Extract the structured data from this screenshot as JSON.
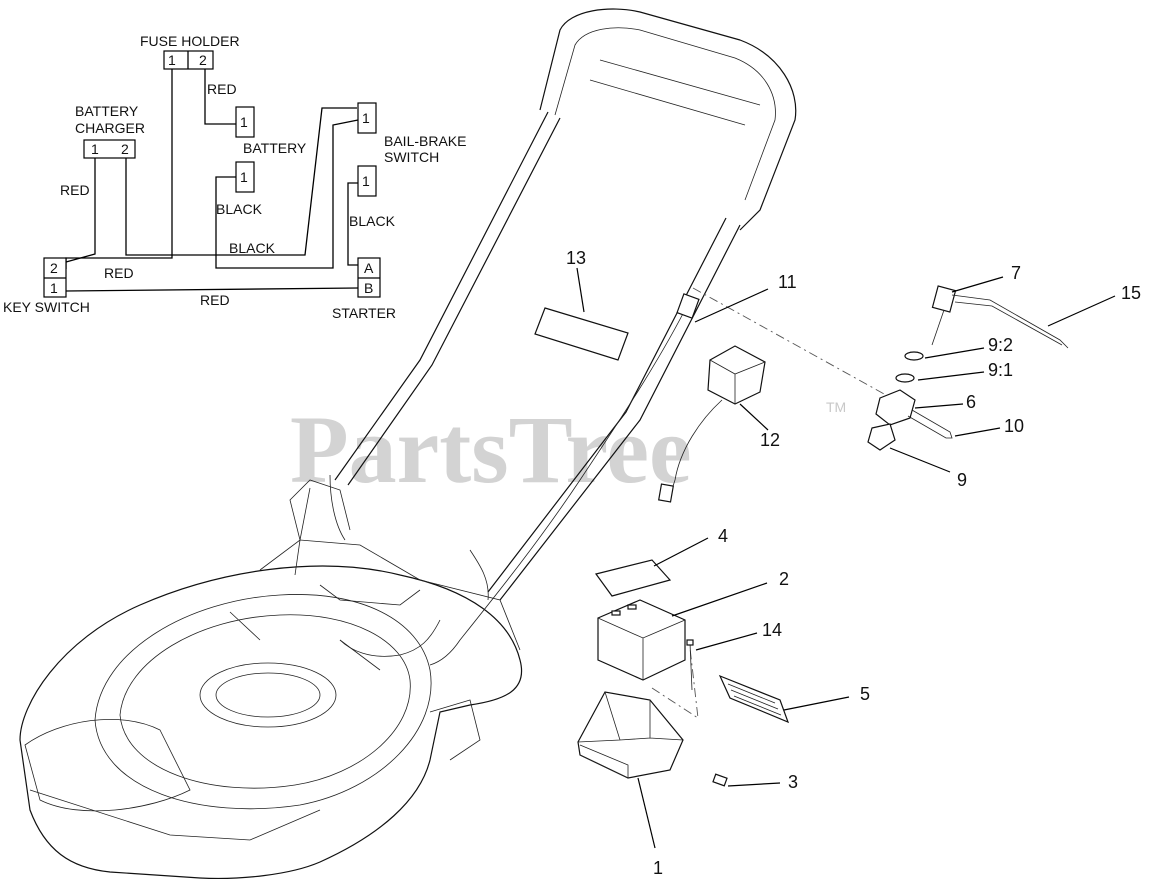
{
  "watermark": {
    "text": "PartsTree",
    "trademark": "TM"
  },
  "wiring": {
    "fuse_holder": {
      "title": "FUSE HOLDER",
      "pin1": "1",
      "pin2": "2"
    },
    "battery_charger": {
      "title_line1": "BATTERY",
      "title_line2": "CHARGER",
      "pin1": "1",
      "pin2": "2"
    },
    "battery": {
      "title": "BATTERY",
      "pin": "1"
    },
    "black_terminal": {
      "pin": "1"
    },
    "bail_brake_switch": {
      "title_line1": "BAIL-BRAKE",
      "title_line2": "SWITCH",
      "pin": "1"
    },
    "starter_terminal": {
      "pin": "1"
    },
    "key_switch": {
      "title": "KEY SWITCH",
      "pin2": "2",
      "pin1": "1"
    },
    "starter": {
      "title": "STARTER",
      "pinA": "A",
      "pinB": "B"
    },
    "wire_labels": {
      "red_fuse": "RED",
      "red_charger": "RED",
      "black_left": "BLACK",
      "black_mid": "BLACK",
      "black_right": "BLACK",
      "red_key2": "RED",
      "red_key1": "RED"
    }
  },
  "callouts": {
    "c1": "1",
    "c2": "2",
    "c3": "3",
    "c4": "4",
    "c5": "5",
    "c6": "6",
    "c7": "7",
    "c9": "9",
    "c9_1": "9:1",
    "c9_2": "9:2",
    "c10": "10",
    "c11": "11",
    "c12": "12",
    "c13": "13",
    "c14": "14",
    "c15": "15"
  }
}
